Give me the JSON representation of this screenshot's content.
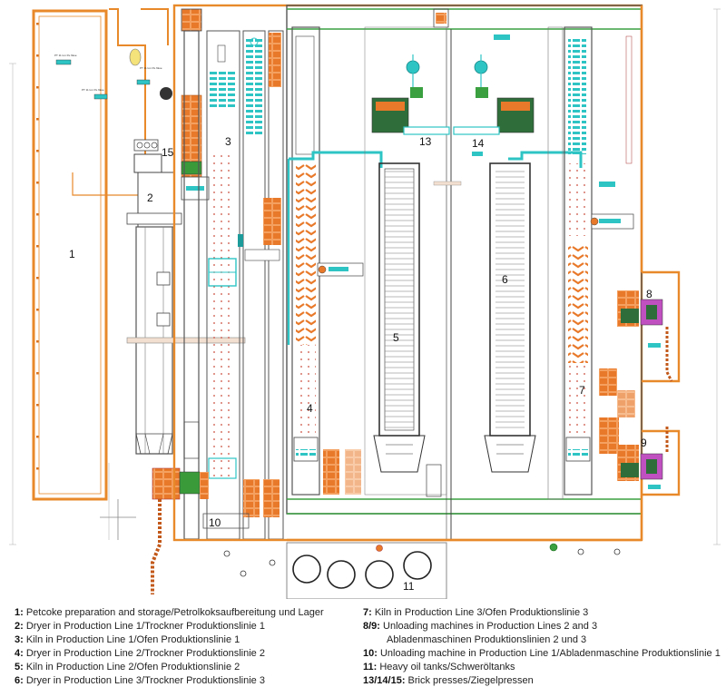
{
  "colors": {
    "outline": "#e8892a",
    "brick": "#e8792a",
    "cyan": "#2ec4c4",
    "green": "#3aa040",
    "wall": "#444444",
    "magenta": "#c050c0",
    "line": "#9a9a9a"
  },
  "plan": {
    "numbers": [
      "1",
      "2",
      "3",
      "4",
      "5",
      "6",
      "7",
      "8",
      "9",
      "10",
      "11",
      "13",
      "14",
      "15"
    ],
    "small_labels": {
      "tag": "PT 11 Ion Pe 6koe"
    }
  },
  "legend": {
    "left": [
      {
        "num": "1:",
        "text": "Petcoke preparation and storage/Petrolkoksaufbereitung und Lager"
      },
      {
        "num": "2:",
        "text": "Dryer in Production Line 1/Trockner Produktionslinie 1"
      },
      {
        "num": "3:",
        "text": "Kiln in Production Line 1/Ofen Produktionslinie 1"
      },
      {
        "num": "4:",
        "text": "Dryer in Production Line 2/Trockner Produktionslinie 2"
      },
      {
        "num": "5:",
        "text": "Kiln in Production Line 2/Ofen Produktionslinie 2"
      },
      {
        "num": "6:",
        "text": "Dryer in Production Line 3/Trockner Produktionslinie 3"
      }
    ],
    "right": [
      {
        "num": "7:",
        "text": "Kiln in Production Line 3/Ofen Produktionslinie 3"
      },
      {
        "num": "8/9:",
        "text": "Unloading machines in Production Lines 2 and 3",
        "cont": "Abladenmaschinen Produktionslinien 2 und 3"
      },
      {
        "num": "10:",
        "text": "Unloading machine in Production Line 1/Abladenmaschine Produktionslinie 1"
      },
      {
        "num": "11:",
        "text": "Heavy oil tanks/Schweröltanks"
      },
      {
        "num": "13/14/15:",
        "text": "Brick presses/Ziegelpressen"
      }
    ]
  }
}
